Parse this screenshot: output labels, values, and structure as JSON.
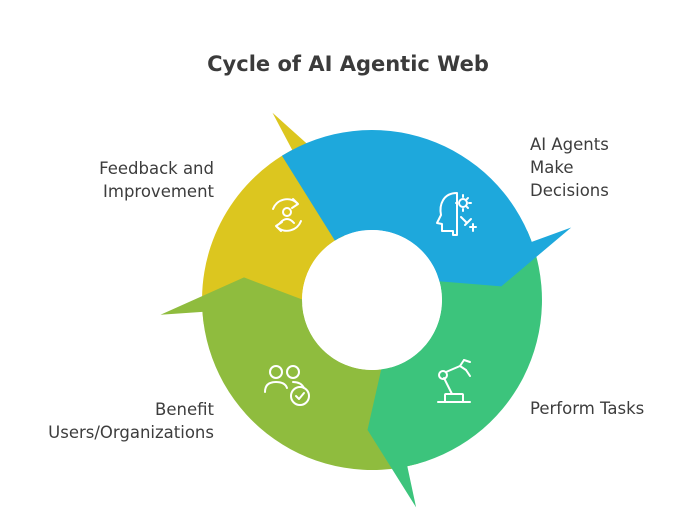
{
  "title": "Cycle of AI Agentic Web",
  "segments": [
    {
      "id": "decisions",
      "lines": [
        "AI Agents",
        "Make",
        "Decisions"
      ],
      "color": "#1ea8dc",
      "icon": "brain-gear-icon"
    },
    {
      "id": "tasks",
      "lines": [
        "Perform Tasks"
      ],
      "color": "#3cc47c",
      "icon": "robot-arm-icon"
    },
    {
      "id": "benefit",
      "lines": [
        "Benefit",
        "Users/Organizations"
      ],
      "color": "#8fbc3e",
      "icon": "users-check-icon"
    },
    {
      "id": "feedback",
      "lines": [
        "Feedback and",
        "Improvement"
      ],
      "color": "#dcc61f",
      "icon": "user-refresh-icon"
    }
  ]
}
